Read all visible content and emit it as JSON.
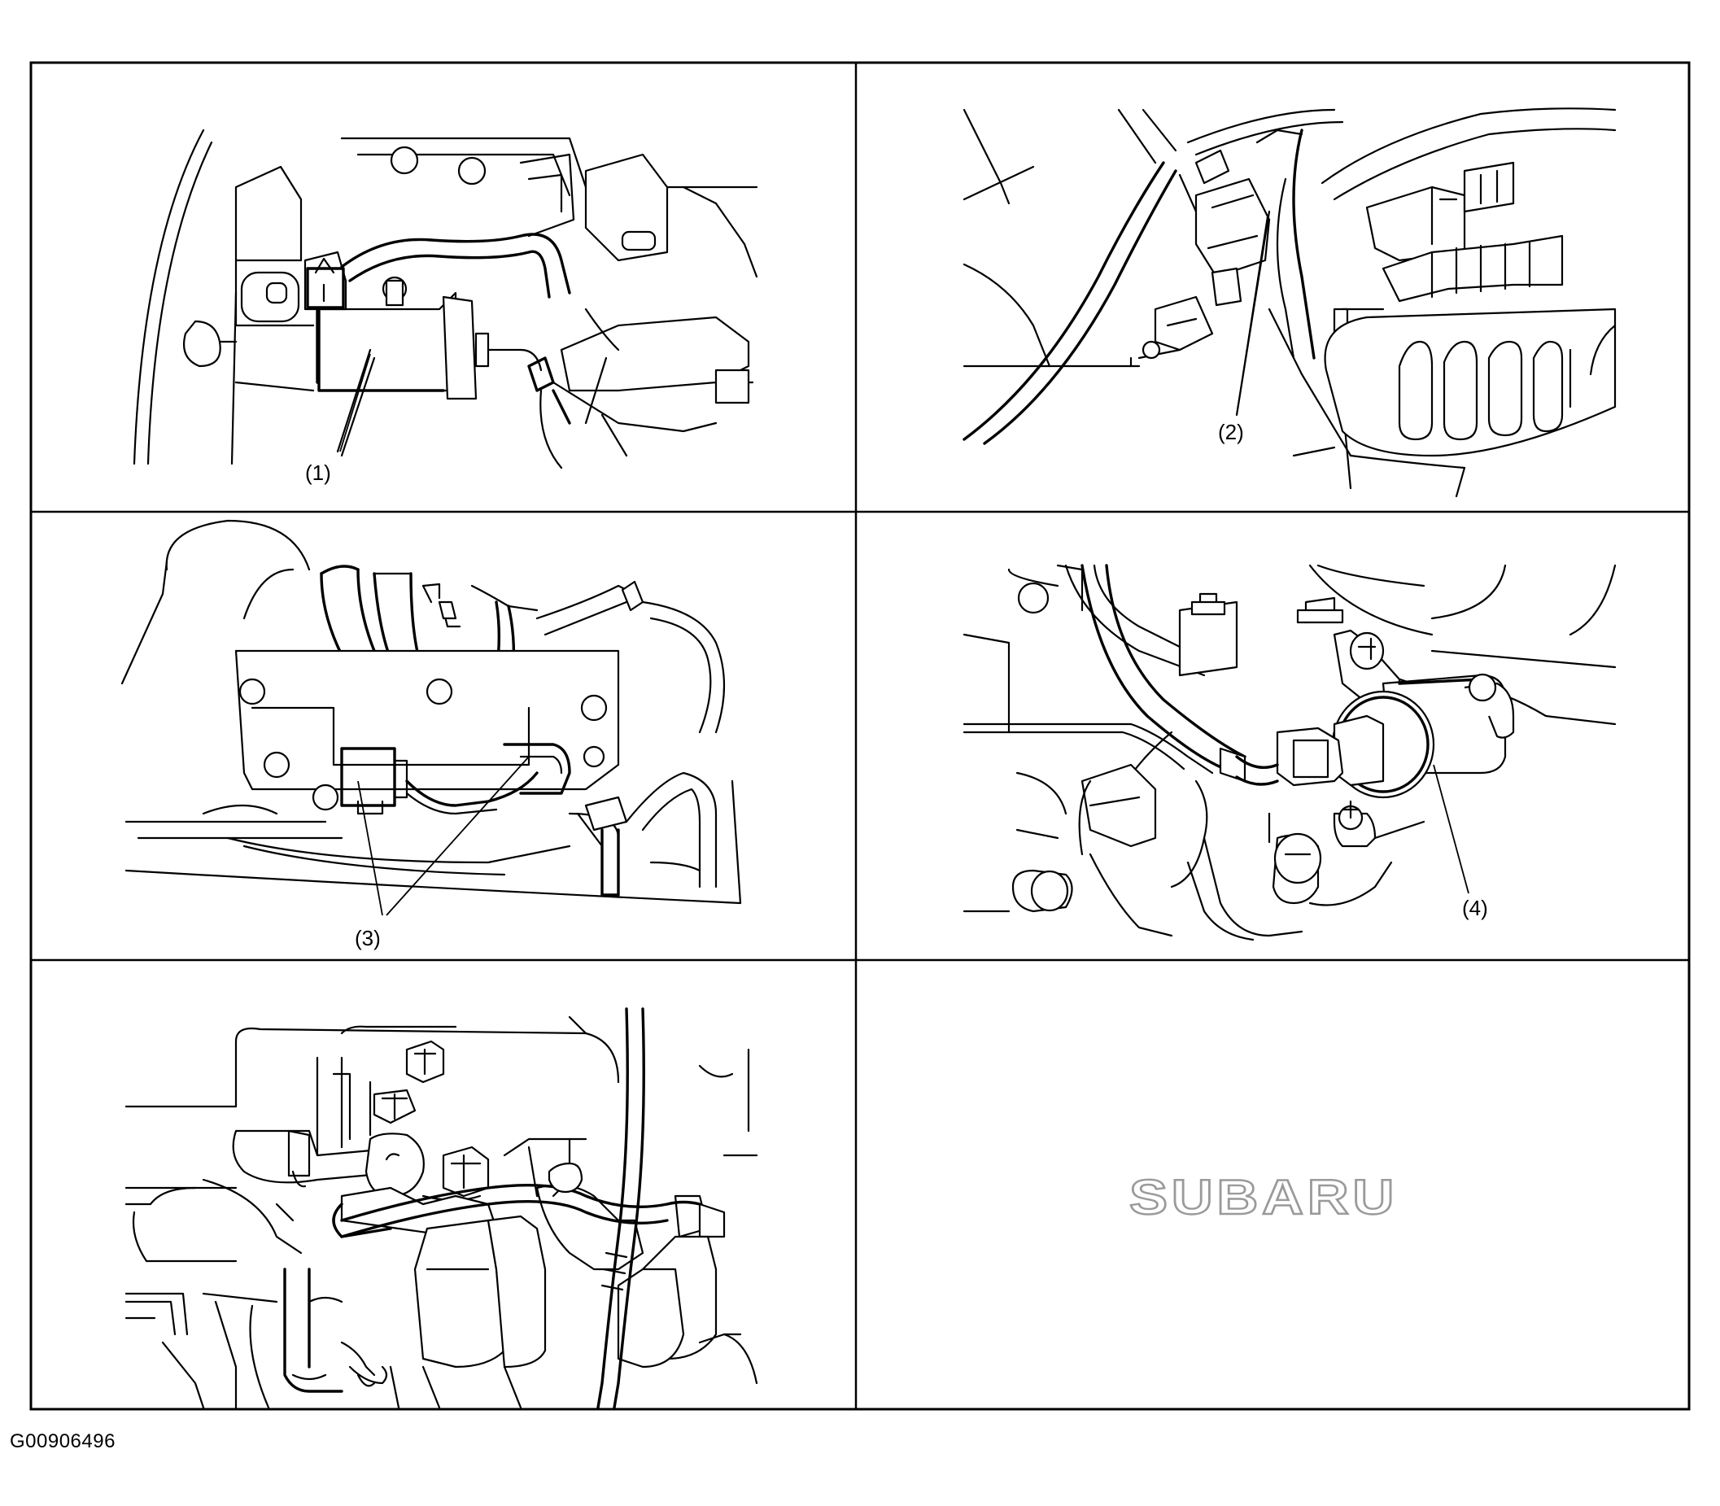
{
  "panels": [
    {
      "id": "panel-1",
      "callouts": [
        "(1)"
      ]
    },
    {
      "id": "panel-2",
      "callouts": [
        "(2)"
      ]
    },
    {
      "id": "panel-3",
      "callouts": [
        "(3)"
      ]
    },
    {
      "id": "panel-4",
      "callouts": [
        "(4)"
      ]
    },
    {
      "id": "panel-5",
      "callouts": []
    },
    {
      "id": "panel-6",
      "logo_text": "SUBARU"
    }
  ],
  "figure_id": "G00906496",
  "colors": {
    "line": "#000000",
    "background": "#ffffff",
    "logo_gray": "#9a9a9a"
  }
}
